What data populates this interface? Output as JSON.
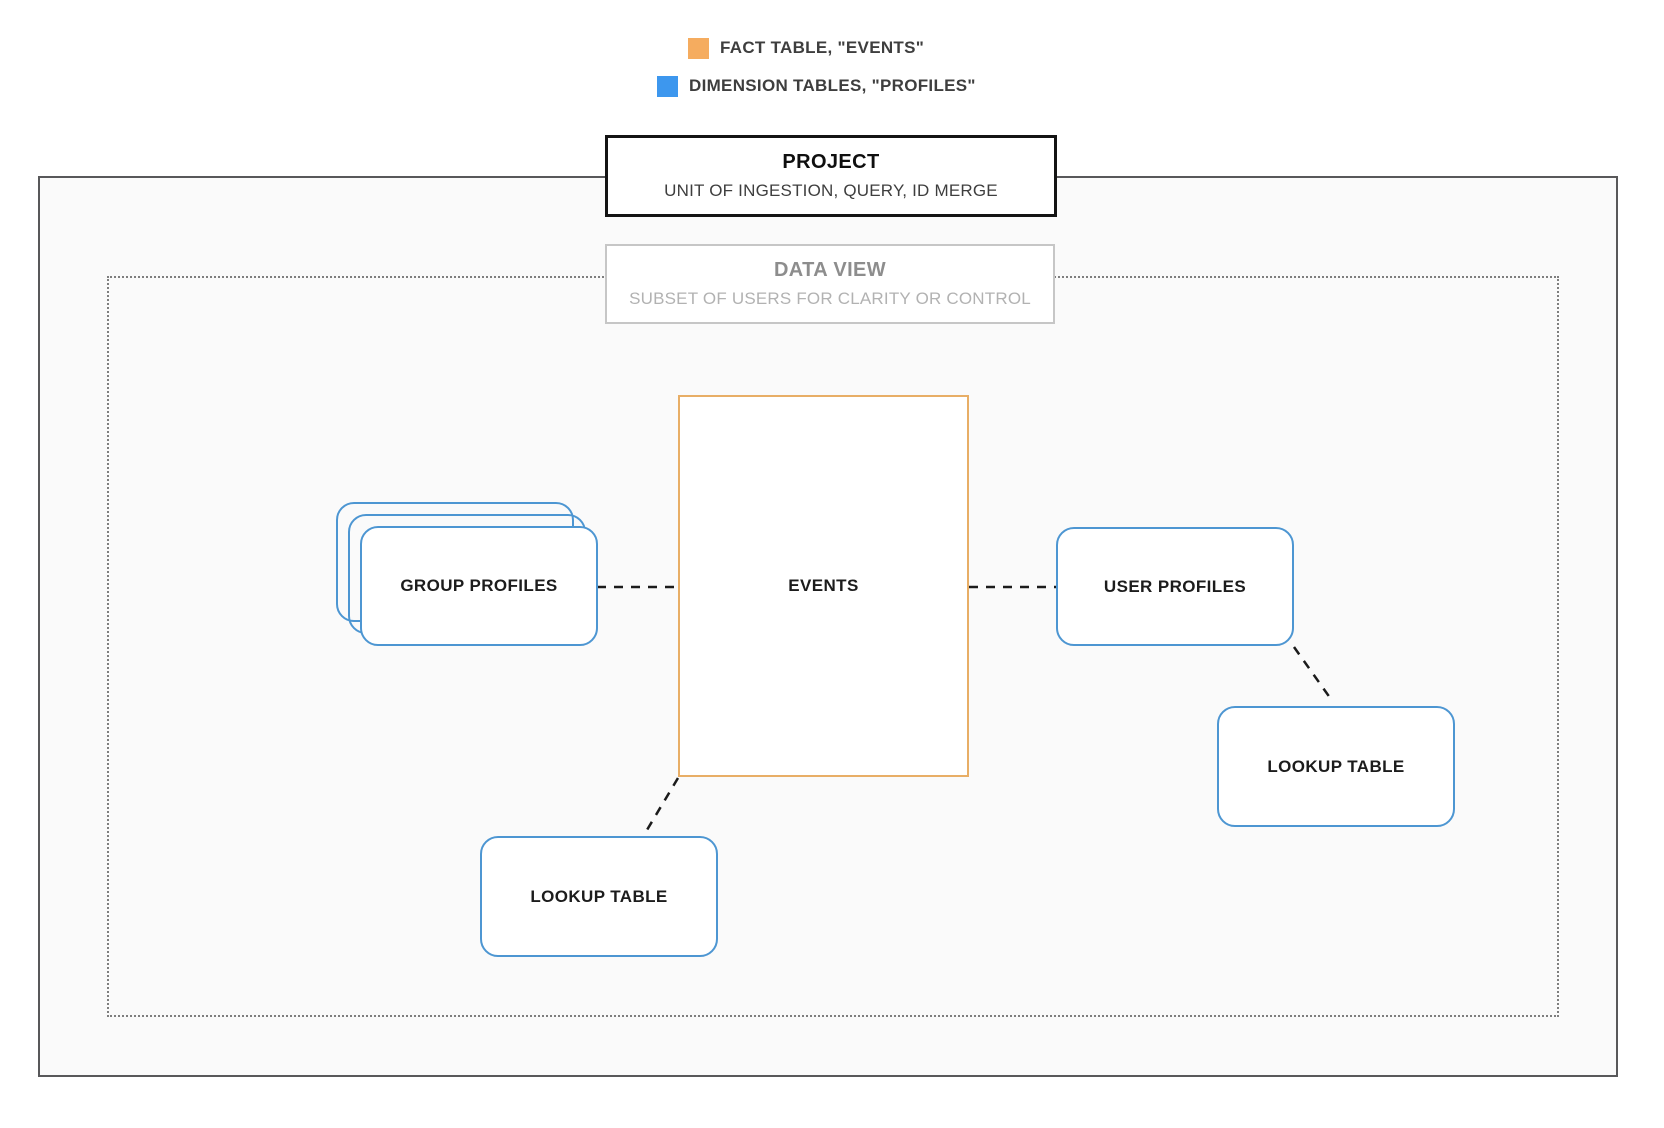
{
  "legend": {
    "items": [
      {
        "id": "fact",
        "label": "FACT TABLE, \"EVENTS\"",
        "swatch_color": "#F5AC5F"
      },
      {
        "id": "dimension",
        "label": "DIMENSION TABLES, \"PROFILES\"",
        "swatch_color": "#3D97EE"
      }
    ]
  },
  "project_box": {
    "title": "PROJECT",
    "subtitle": "UNIT OF INGESTION, QUERY, ID MERGE"
  },
  "data_view_box": {
    "title": "DATA VIEW",
    "subtitle": "SUBSET OF USERS FOR CLARITY OR CONTROL"
  },
  "nodes": {
    "events": {
      "label": "EVENTS",
      "role": "fact-table"
    },
    "group_profiles": {
      "label": "GROUP PROFILES",
      "role": "dimension-table-stack"
    },
    "user_profiles": {
      "label": "USER PROFILES",
      "role": "dimension-table"
    },
    "lookup_table_left": {
      "label": "LOOKUP TABLE",
      "role": "dimension-table"
    },
    "lookup_table_right": {
      "label": "LOOKUP TABLE",
      "role": "dimension-table"
    }
  },
  "connections": [
    {
      "from": "group_profiles",
      "to": "events"
    },
    {
      "from": "events",
      "to": "user_profiles"
    },
    {
      "from": "user_profiles",
      "to": "lookup_table_right"
    },
    {
      "from": "events",
      "to": "lookup_table_left"
    }
  ],
  "colors": {
    "fact_border": "#E8AE66",
    "fact_swatch": "#F5AC5F",
    "dimension_border": "#4D96D2",
    "dimension_swatch": "#3D97EE",
    "project_border": "#141414",
    "data_view_border": "#C6C6C6",
    "outer_boundary_border": "#58585A",
    "dotted_boundary_border": "#7E7E7E",
    "connector": "#1B1B1B"
  }
}
